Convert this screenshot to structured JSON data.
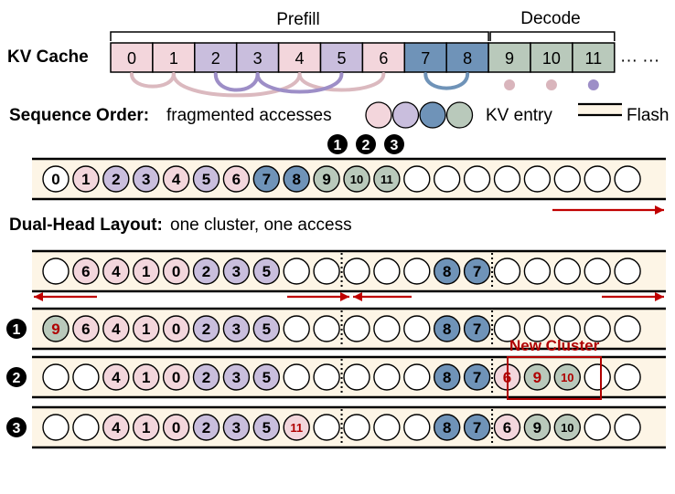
{
  "labels": {
    "kv_cache": "KV Cache",
    "prefill": "Prefill",
    "decode": "Decode",
    "ellipsis": "··· ···",
    "sequence_order_bold": "Sequence Order:",
    "sequence_order_rest": "fragmented accesses",
    "kv_entry": "KV entry",
    "flash": "Flash",
    "dual_head_bold": "Dual-Head Layout:",
    "dual_head_rest": "one cluster, one access",
    "new_cluster": "New Cluster"
  },
  "colors": {
    "pink": "#f3d6dc",
    "purple": "#c9bedd",
    "blue": "#6f93b8",
    "green": "#b9c9bb",
    "band": "#fdf5e6",
    "accent_red": "#b00000"
  },
  "kv_cache_cells": [
    {
      "label": "0",
      "color": "pink"
    },
    {
      "label": "1",
      "color": "pink"
    },
    {
      "label": "2",
      "color": "purple"
    },
    {
      "label": "3",
      "color": "purple"
    },
    {
      "label": "4",
      "color": "pink"
    },
    {
      "label": "5",
      "color": "purple"
    },
    {
      "label": "6",
      "color": "pink"
    },
    {
      "label": "7",
      "color": "blue"
    },
    {
      "label": "8",
      "color": "blue"
    },
    {
      "label": "9",
      "color": "green"
    },
    {
      "label": "10",
      "color": "green"
    },
    {
      "label": "11",
      "color": "green"
    }
  ],
  "legend_colors": [
    "pink",
    "purple",
    "blue",
    "green"
  ],
  "step_markers": [
    "1",
    "2",
    "3"
  ],
  "rows": {
    "sequence": [
      {
        "label": "0",
        "color": "white"
      },
      {
        "label": "1",
        "color": "pink"
      },
      {
        "label": "2",
        "color": "purple"
      },
      {
        "label": "3",
        "color": "purple"
      },
      {
        "label": "4",
        "color": "pink"
      },
      {
        "label": "5",
        "color": "purple"
      },
      {
        "label": "6",
        "color": "pink"
      },
      {
        "label": "7",
        "color": "blue"
      },
      {
        "label": "8",
        "color": "blue"
      },
      {
        "label": "9",
        "color": "green"
      },
      {
        "label": "10",
        "color": "green"
      },
      {
        "label": "11",
        "color": "green"
      },
      {},
      {},
      {},
      {},
      {},
      {},
      {},
      {}
    ],
    "dual_head": [
      {},
      {
        "label": "6",
        "color": "pink"
      },
      {
        "label": "4",
        "color": "pink"
      },
      {
        "label": "1",
        "color": "pink"
      },
      {
        "label": "0",
        "color": "pink"
      },
      {
        "label": "2",
        "color": "purple"
      },
      {
        "label": "3",
        "color": "purple"
      },
      {
        "label": "5",
        "color": "purple"
      },
      {},
      {},
      {},
      {},
      {},
      {
        "label": "8",
        "color": "blue"
      },
      {
        "label": "7",
        "color": "blue"
      },
      {},
      {},
      {},
      {},
      {}
    ],
    "step1": [
      {
        "label": "9",
        "color": "green",
        "text_color": "red"
      },
      {
        "label": "6",
        "color": "pink"
      },
      {
        "label": "4",
        "color": "pink"
      },
      {
        "label": "1",
        "color": "pink"
      },
      {
        "label": "0",
        "color": "pink"
      },
      {
        "label": "2",
        "color": "purple"
      },
      {
        "label": "3",
        "color": "purple"
      },
      {
        "label": "5",
        "color": "purple"
      },
      {},
      {},
      {},
      {},
      {},
      {
        "label": "8",
        "color": "blue"
      },
      {
        "label": "7",
        "color": "blue"
      },
      {},
      {},
      {},
      {},
      {}
    ],
    "step2": [
      {},
      {},
      {
        "label": "4",
        "color": "pink"
      },
      {
        "label": "1",
        "color": "pink"
      },
      {
        "label": "0",
        "color": "pink"
      },
      {
        "label": "2",
        "color": "purple"
      },
      {
        "label": "3",
        "color": "purple"
      },
      {
        "label": "5",
        "color": "purple"
      },
      {},
      {},
      {},
      {},
      {},
      {
        "label": "8",
        "color": "blue"
      },
      {
        "label": "7",
        "color": "blue"
      },
      {
        "label": "6",
        "color": "pink",
        "text_color": "red"
      },
      {
        "label": "9",
        "color": "green",
        "text_color": "red"
      },
      {
        "label": "10",
        "color": "green",
        "text_color": "red"
      },
      {},
      {}
    ],
    "step3": [
      {},
      {},
      {
        "label": "4",
        "color": "pink"
      },
      {
        "label": "1",
        "color": "pink"
      },
      {
        "label": "0",
        "color": "pink"
      },
      {
        "label": "2",
        "color": "purple"
      },
      {
        "label": "3",
        "color": "purple"
      },
      {
        "label": "5",
        "color": "purple"
      },
      {
        "label": "11",
        "color": "pink",
        "text_color": "red"
      },
      {},
      {},
      {},
      {},
      {
        "label": "8",
        "color": "blue"
      },
      {
        "label": "7",
        "color": "blue"
      },
      {
        "label": "6",
        "color": "pink"
      },
      {
        "label": "9",
        "color": "green"
      },
      {
        "label": "10",
        "color": "green"
      },
      {},
      {}
    ]
  }
}
